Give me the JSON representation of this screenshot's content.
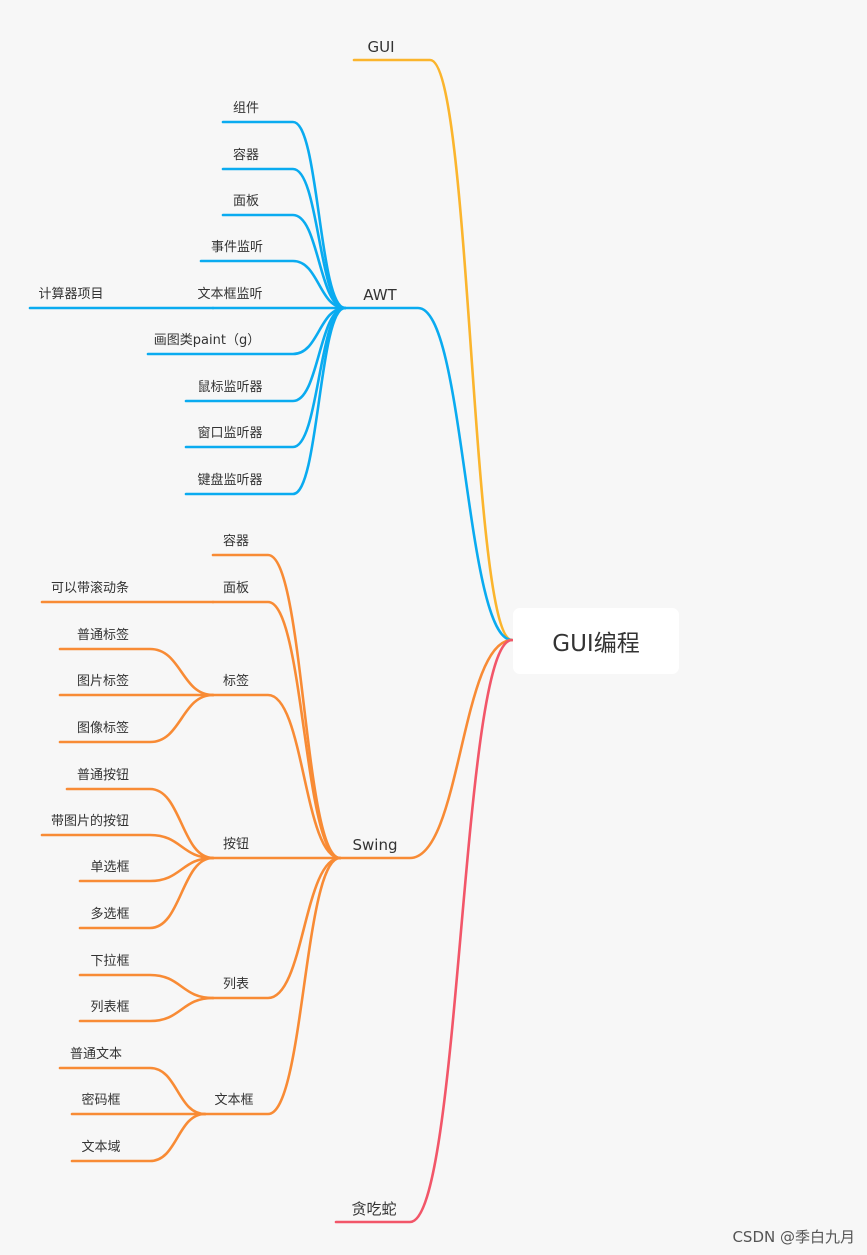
{
  "root": {
    "label": "GUI编程"
  },
  "branches": [
    {
      "label": "GUI",
      "color": "#fbb52d",
      "children": []
    },
    {
      "label": "AWT",
      "color": "#0aabf0",
      "children": [
        {
          "label": "组件"
        },
        {
          "label": "容器"
        },
        {
          "label": "面板"
        },
        {
          "label": "事件监听"
        },
        {
          "label": "文本框监听",
          "children": [
            {
              "label": "计算器项目"
            }
          ]
        },
        {
          "label": "画图类paint（g）"
        },
        {
          "label": "鼠标监听器"
        },
        {
          "label": "窗口监听器"
        },
        {
          "label": "键盘监听器"
        }
      ]
    },
    {
      "label": "Swing",
      "color": "#f88b35",
      "children": [
        {
          "label": "容器"
        },
        {
          "label": "面板",
          "children": [
            {
              "label": "可以带滚动条"
            }
          ]
        },
        {
          "label": "标签",
          "children": [
            {
              "label": "普通标签"
            },
            {
              "label": "图片标签"
            },
            {
              "label": "图像标签"
            }
          ]
        },
        {
          "label": "按钮",
          "children": [
            {
              "label": "普通按钮"
            },
            {
              "label": "带图片的按钮"
            },
            {
              "label": "单选框"
            },
            {
              "label": "多选框"
            }
          ]
        },
        {
          "label": "列表",
          "children": [
            {
              "label": "下拉框"
            },
            {
              "label": "列表框"
            }
          ]
        },
        {
          "label": "文本框",
          "children": [
            {
              "label": "普通文本"
            },
            {
              "label": "密码框"
            },
            {
              "label": "文本域"
            }
          ]
        }
      ]
    },
    {
      "label": "贪吃蛇",
      "color": "#f25669",
      "children": []
    }
  ],
  "watermark": "CSDN @季白九月"
}
